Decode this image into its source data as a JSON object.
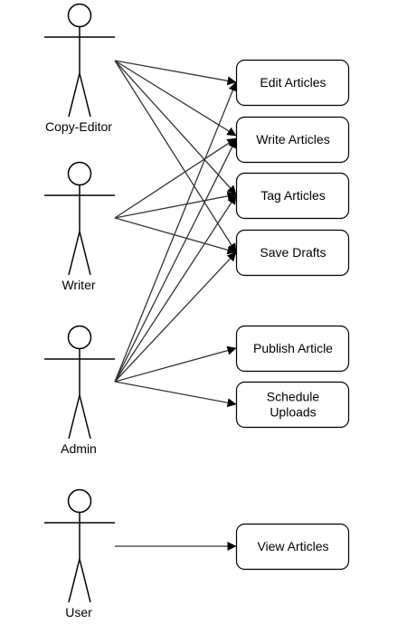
{
  "actors": [
    {
      "id": "copy_editor",
      "label": "Copy-Editor"
    },
    {
      "id": "writer",
      "label": "Writer"
    },
    {
      "id": "admin",
      "label": "Admin"
    },
    {
      "id": "user",
      "label": "User"
    }
  ],
  "use_cases": [
    {
      "id": "edit",
      "lines": [
        "Edit Articles"
      ]
    },
    {
      "id": "write",
      "lines": [
        "Write Articles"
      ]
    },
    {
      "id": "tag",
      "lines": [
        "Tag Articles"
      ]
    },
    {
      "id": "save",
      "lines": [
        "Save Drafts"
      ]
    },
    {
      "id": "publish",
      "lines": [
        "Publish Article"
      ]
    },
    {
      "id": "schedule",
      "lines": [
        "Schedule",
        "Uploads"
      ]
    },
    {
      "id": "view",
      "lines": [
        "View Articles"
      ]
    }
  ],
  "associations": [
    {
      "from": "copy_editor",
      "to": "edit"
    },
    {
      "from": "copy_editor",
      "to": "write"
    },
    {
      "from": "copy_editor",
      "to": "tag"
    },
    {
      "from": "copy_editor",
      "to": "save"
    },
    {
      "from": "writer",
      "to": "write"
    },
    {
      "from": "writer",
      "to": "tag"
    },
    {
      "from": "writer",
      "to": "save"
    },
    {
      "from": "admin",
      "to": "edit"
    },
    {
      "from": "admin",
      "to": "write"
    },
    {
      "from": "admin",
      "to": "tag"
    },
    {
      "from": "admin",
      "to": "save"
    },
    {
      "from": "admin",
      "to": "publish"
    },
    {
      "from": "admin",
      "to": "schedule"
    },
    {
      "from": "user",
      "to": "view"
    }
  ],
  "colors": {
    "stroke": "#000000",
    "edge": "#333333",
    "fill": "#ffffff"
  }
}
